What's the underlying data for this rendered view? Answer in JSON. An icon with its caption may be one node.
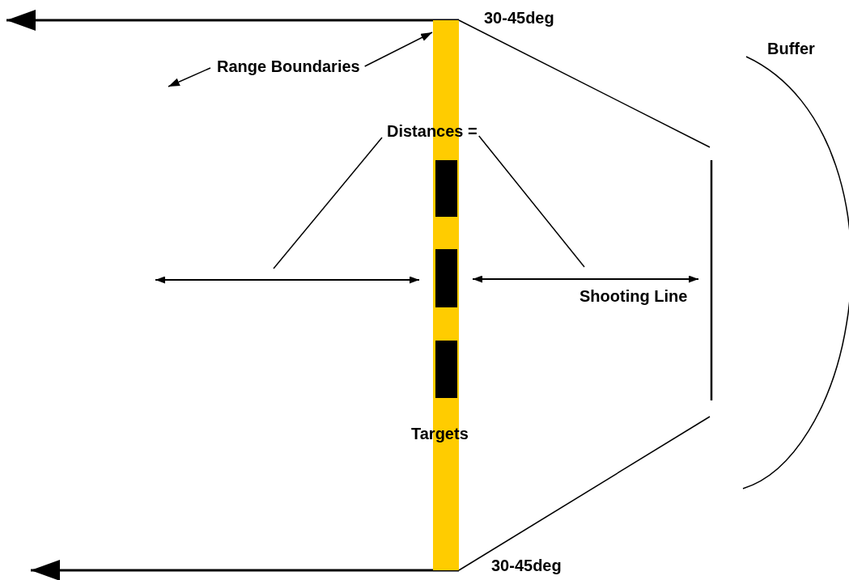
{
  "diagram": {
    "nodes": [
      {
        "text": [
          "Range Boundaries"
        ]
      },
      {
        "text": [
          "Distances ="
        ]
      },
      {
        "text": [],
        "shape": "bar"
      }
    ],
    "edges": [
      {
        "from": 0,
        "to": null,
        "arrow": "to"
      },
      {
        "from": 0,
        "to": 2,
        "arrow": "to"
      },
      {
        "from": 1,
        "to": null,
        "arrow": "none"
      },
      {
        "from": 1,
        "to": null,
        "arrow": "none"
      }
    ],
    "labels": [
      "30-45deg",
      "Buffer",
      "Shooting Line",
      "Targets",
      "30-45deg"
    ]
  }
}
